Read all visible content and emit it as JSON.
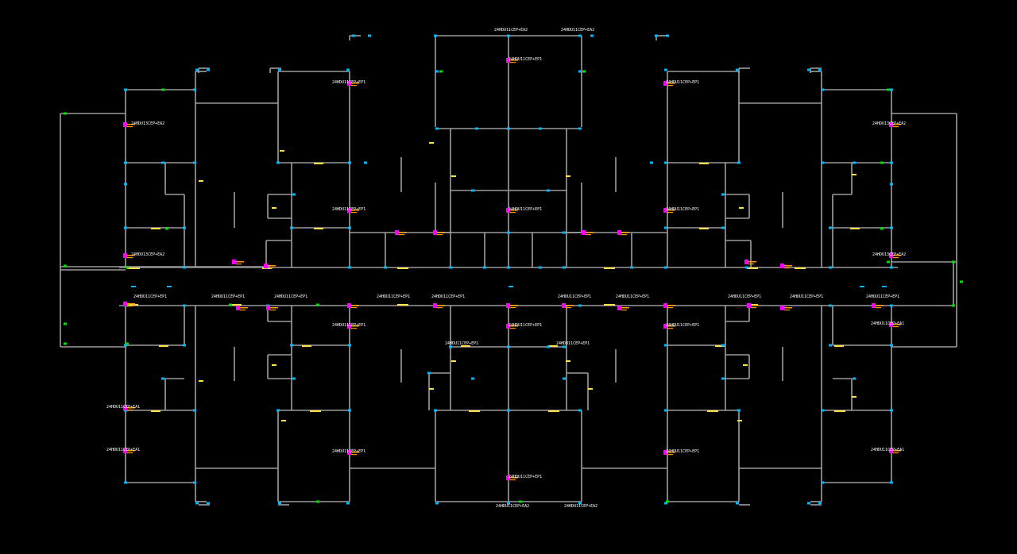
{
  "colors": {
    "background": "#000000",
    "wall": "#e8e8e8",
    "node": "#00b7ff",
    "node_accent": "#00e000",
    "magenta": "#ff00ff",
    "orange": "#ff9900",
    "yellow": "#ffe04a",
    "label": "#ffffff"
  },
  "labels": {
    "top_a": "24HDU11CEP+EA2",
    "top_b": "24HDU11CEP+EA2",
    "bot_a": "24HDU11CEP+EA2",
    "bot_b": "24HDU11CEP+EA2",
    "mid_up": "24HDU11CEP+EP1",
    "mid_low": "24HDU11CEP+EP1",
    "left_ea2_up": "24HDU13CEP+EA2",
    "left_ea2_low": "24HDU13CEP+EA2",
    "right_ea2_up": "24HDU13CEP+EA2",
    "right_ea2_low": "24HDU13CEP+EA2",
    "left_ea1_up": "24HDU11CEP+EA1",
    "left_ea1_low": "24HDU11CEP+EA1",
    "right_ea1_up": "24HDU11CEP+EA1",
    "right_ea1_low": "24HDU11CEP+EA1",
    "ep1_a": "24HDU11CEP+EP1",
    "ep1_b": "24HDU11CEP+EP1",
    "ep1_c": "24HDU11CEP+EP1",
    "ep1_d": "24HDU11CEP+EP1",
    "ep1_e": "24HDU11CEP+EP1",
    "ep1_f": "24HDU11CEP+EP1",
    "ep1_g": "24HDU11CEP+EP1",
    "ep1_h": "24HDU11CEP+EP1",
    "ep1_i": "24HDU11CEP+EP1",
    "ep1_j": "24HDU11CEP+EP1",
    "row_1": "24HDU11CEP+EP1",
    "row_2": "24HDU11CEP+EP1",
    "row_3": "24HDU11CEP+EP1",
    "row_4": "24HDU11CEP+EP1",
    "row_5": "24HDU11CEP+EP1",
    "row_6": "24HDU11CEP+EP1",
    "row_7": "24HDU11CEP+EP1",
    "row_8": "24HDU11CEP+EP1",
    "row_9": "24HDU11CEP+EP1",
    "row_10": "24HDU11CEP+EP1",
    "row_11": "24HDU11CEP+EP1",
    "row_12": "24HDU11CEP+EP1"
  }
}
